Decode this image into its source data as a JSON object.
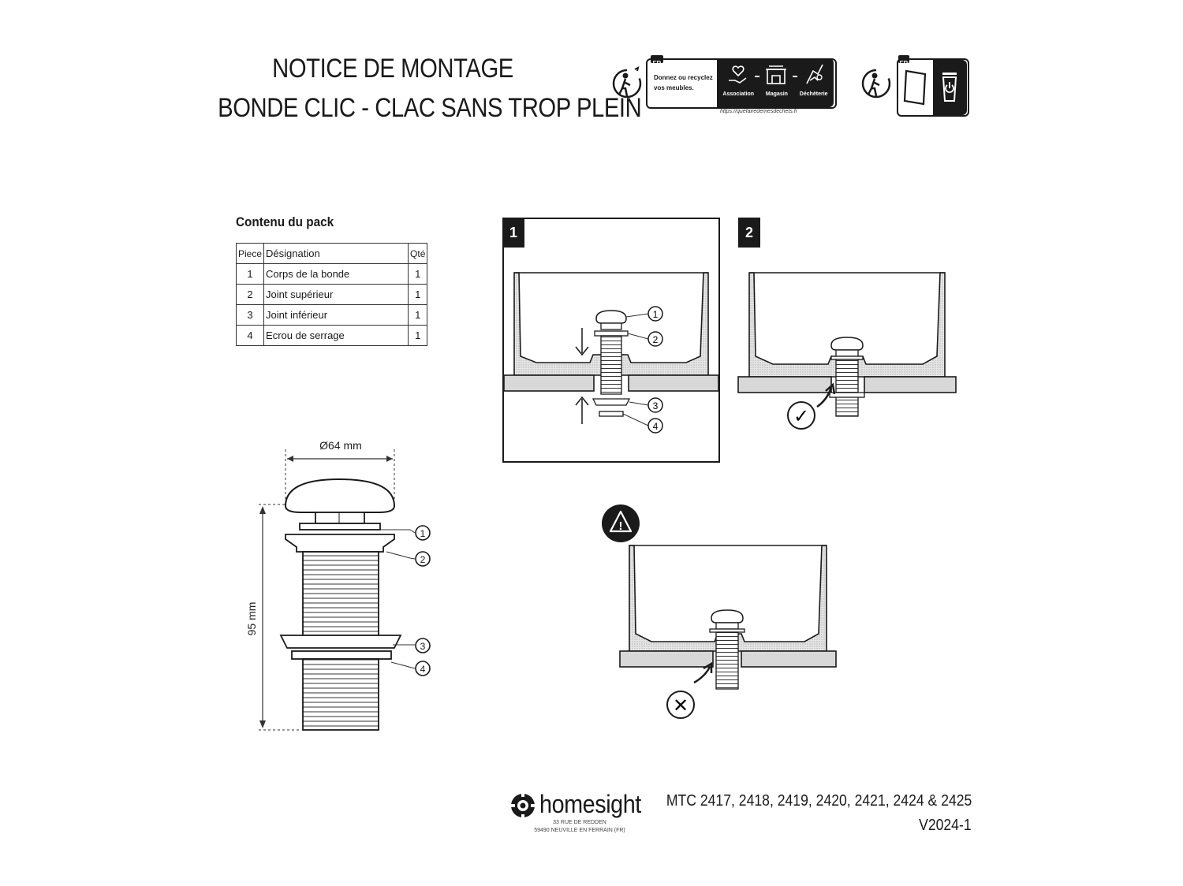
{
  "header": {
    "title_line1": "NOTICE DE MONTAGE",
    "title_line2": "BONDE CLIC - CLAC SANS TROP PLEIN"
  },
  "triman": {
    "badge": "FR",
    "text_line1": "Donnez ou recyclez",
    "text_line2": "vos meubles.",
    "labels": [
      "Association",
      "Magasin",
      "Déchèterie"
    ],
    "url": "https://quefairedemesdechets.fr",
    "badge2": "FR"
  },
  "pack": {
    "heading": "Contenu du pack",
    "columns": [
      "Piece",
      "Désignation",
      "Qté"
    ],
    "rows": [
      {
        "piece": "1",
        "designation": "Corps de la bonde",
        "qty": "1"
      },
      {
        "piece": "2",
        "designation": "Joint supérieur",
        "qty": "1"
      },
      {
        "piece": "3",
        "designation": "Joint inférieur",
        "qty": "1"
      },
      {
        "piece": "4",
        "designation": "Ecrou de serrage",
        "qty": "1"
      }
    ]
  },
  "dimensions": {
    "diameter": "Ø64 mm",
    "height": "95 mm"
  },
  "callouts": [
    "1",
    "2",
    "3",
    "4"
  ],
  "steps": [
    {
      "number": "1"
    },
    {
      "number": "2"
    }
  ],
  "marks": {
    "ok": "✓",
    "wrong": "✕",
    "warning": "!"
  },
  "footer": {
    "brand": "homesight",
    "address_line1": "33 RUE DE REDDEN",
    "address_line2": "59490 NEUVILLE EN FERRAIN (FR)",
    "models": "MTC 2417, 2418, 2419, 2420, 2421, 2424 & 2425",
    "version": "V2024-1"
  },
  "colors": {
    "ink": "#1a1a1a",
    "counter": "#d8d8d8",
    "basin": "#ffffff"
  }
}
